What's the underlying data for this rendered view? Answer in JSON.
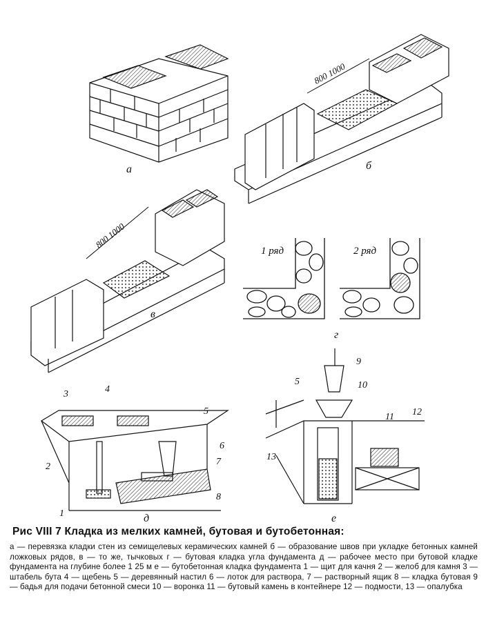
{
  "figure": {
    "panel_labels": {
      "a": "а",
      "b": "б",
      "v": "в",
      "g": "г",
      "d": "д",
      "e": "е"
    },
    "dimension_b": "800 1000",
    "dimension_v": "800 1000",
    "row1_label": "1 ряд",
    "row2_label": "2 ряд",
    "callouts": [
      "1",
      "2",
      "3",
      "4",
      "5",
      "6",
      "7",
      "8",
      "5",
      "9",
      "10",
      "11",
      "12",
      "13"
    ]
  },
  "caption": {
    "title": "Рис VIII 7 Кладка из мелких камней, бутовая и бутобетонная:",
    "body": "а — перевязка кладки стен из семищелевых керамических камней б — образование швов при укладке бетонных камней ложковых рядов, в — то же, тычковых г — бутовая кладка угла фундамента д — рабочее место при бутовой кладке фундамента на глубине более 1 25 м е — бутобетонная кладка фундамента 1 — щит для качня 2 — желоб для камня 3 — штабель бута 4 — щебень 5 — деревянный настил 6 — лоток для раствора, 7 — растворный ящик 8 — кладка бутовая 9 — бадья для подачи бетонной смеси 10 — воронка 11 — бутовый камень в контейнере 12 — подмости, 13 — опалубка"
  }
}
